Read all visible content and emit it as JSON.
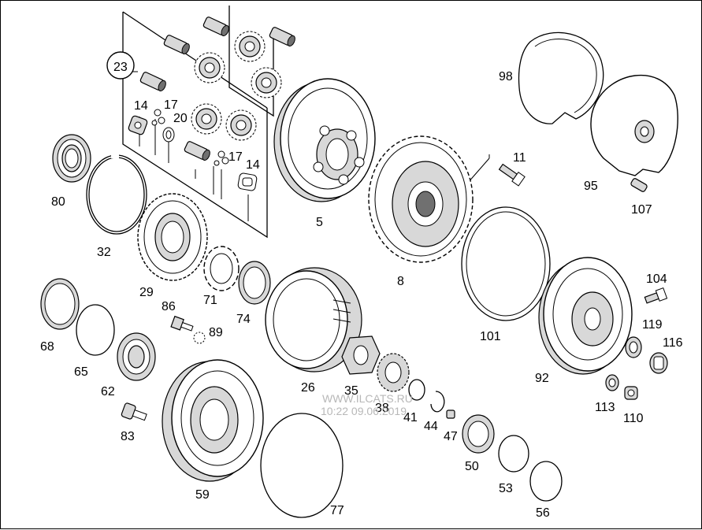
{
  "callouts": {
    "p5": "5",
    "p8": "8",
    "p11": "11",
    "p14a": "14",
    "p14b": "14",
    "p17a": "17",
    "p17b": "17",
    "p20": "20",
    "p23": "23",
    "p26": "26",
    "p29": "29",
    "p32": "32",
    "p35": "35",
    "p38": "38",
    "p41": "41",
    "p44": "44",
    "p47": "47",
    "p50": "50",
    "p53": "53",
    "p56": "56",
    "p59": "59",
    "p62": "62",
    "p65": "65",
    "p68": "68",
    "p71": "71",
    "p74": "74",
    "p77": "77",
    "p80": "80",
    "p83": "83",
    "p86": "86",
    "p89": "89",
    "p92": "92",
    "p95": "95",
    "p98": "98",
    "p101": "101",
    "p104": "104",
    "p107": "107",
    "p110": "110",
    "p113": "113",
    "p116": "116",
    "p119": "119"
  },
  "watermark": {
    "site": "WWW.ILCATS.RU",
    "timestamp": "10:22 09.06.2019"
  }
}
